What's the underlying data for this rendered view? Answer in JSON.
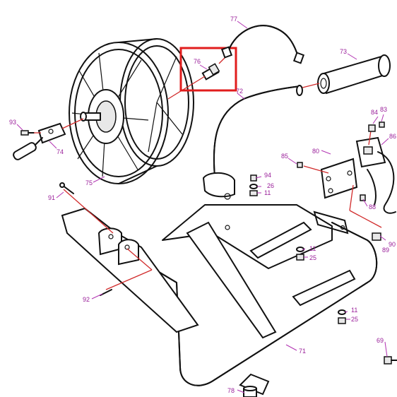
{
  "parts": {
    "p69": "69",
    "p71": "71",
    "p72": "72",
    "p73": "73",
    "p74": "74",
    "p75": "75",
    "p76": "76",
    "p77": "77",
    "p78": "78",
    "p80": "80",
    "p83": "83",
    "p84": "84",
    "p85": "85",
    "p86": "86",
    "p88": "88",
    "p89": "89",
    "p90": "90",
    "p91": "91",
    "p92": "92",
    "p93": "93",
    "p94": "94",
    "p26": "26",
    "p11a": "11",
    "p11b": "11",
    "p11c": "11",
    "p25a": "25",
    "p25b": "25"
  },
  "highlight": {
    "part": "76",
    "color": "#e11d1d"
  },
  "colors": {
    "label": "#9a1f9a",
    "leader": "#d12b2b",
    "line": "#111111"
  }
}
